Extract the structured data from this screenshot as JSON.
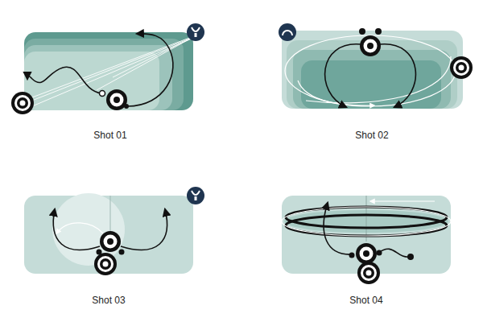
{
  "diagram": {
    "labels": [
      "Shot 01",
      "Shot 02",
      "Shot 03",
      "Shot 04"
    ]
  }
}
